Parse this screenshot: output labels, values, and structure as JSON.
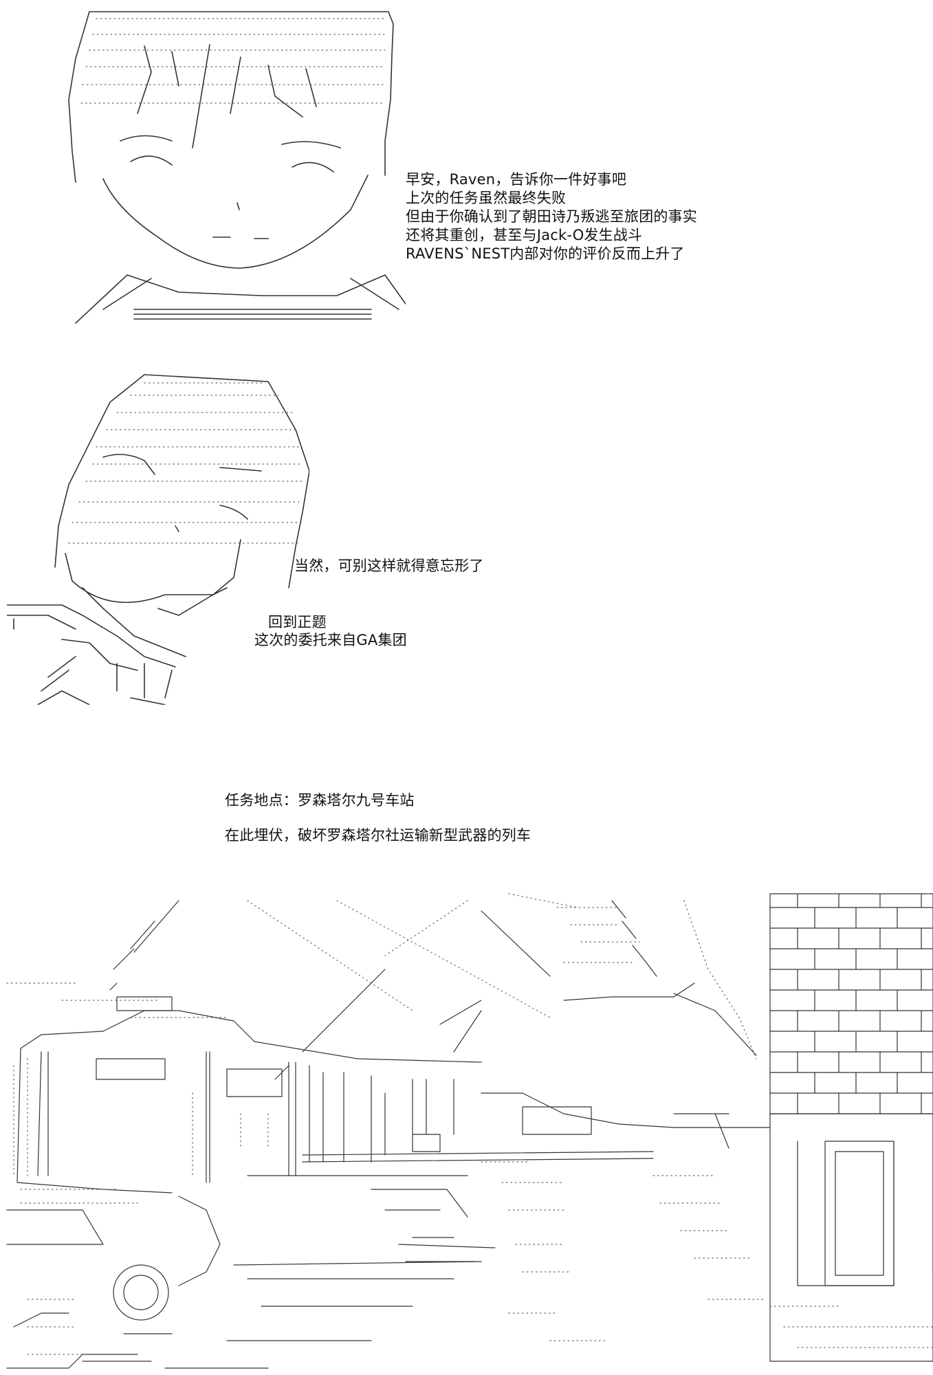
{
  "dialogue1": {
    "lines": [
      "早安，Raven，告诉你一件好事吧",
      "上次的任务虽然最终失败",
      "但由于你确认到了朝田诗乃叛逃至旅团的事实",
      "还将其重创，甚至与Jack-O发生战斗",
      "RAVENS`NEST内部对你的评价反而上升了"
    ]
  },
  "dialogue2": {
    "line1": "当然，可别这样就得意忘形了",
    "line2": "回到正题",
    "line3": "这次的委托来自GA集团"
  },
  "mission": {
    "location": "任务地点：罗森塔尔九号车站",
    "objective": "在此埋伏，破坏罗森塔尔社运输新型武器的列车"
  }
}
